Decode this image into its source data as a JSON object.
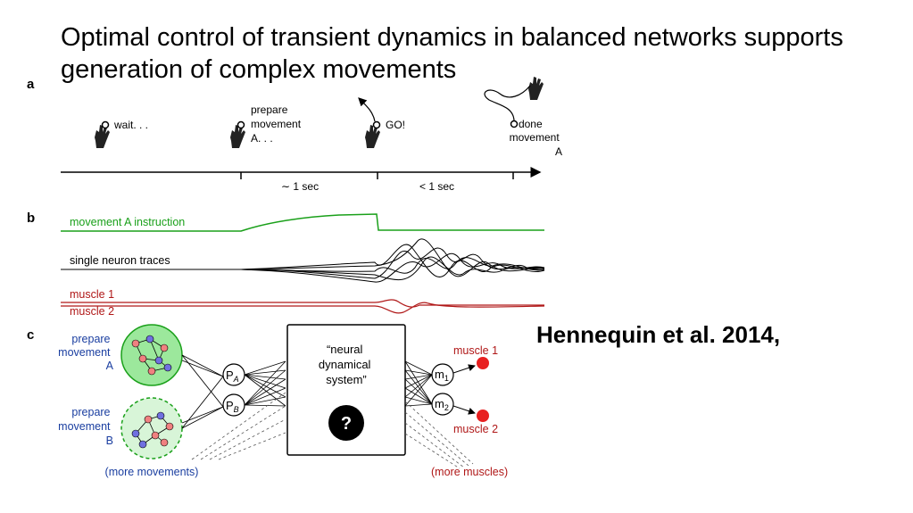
{
  "slide": {
    "title": "Optimal control of transient dynamics in balanced networks supports generation of complex movements",
    "citation": "Hennequin et al. 2014,"
  },
  "figure": {
    "panel_a": {
      "label": "a",
      "wait": "wait. . .",
      "prepare_lines": [
        "prepare",
        "movement",
        "A. . ."
      ],
      "go": "GO!",
      "done_lines": [
        "done",
        "movement",
        "A"
      ],
      "interval1": "∼ 1 sec",
      "interval2": "< 1 sec"
    },
    "panel_b": {
      "label": "b",
      "instruction": "movement A instruction",
      "neurons": "single neuron traces",
      "muscle1": "muscle 1",
      "muscle2": "muscle 2"
    },
    "panel_c": {
      "label": "c",
      "prepA_lines": [
        "prepare",
        "movement",
        "A"
      ],
      "prepB_lines": [
        "prepare",
        "movement",
        "B"
      ],
      "more_movements": "(more movements)",
      "pA": "P",
      "pA_sub": "A",
      "pB": "P",
      "pB_sub": "B",
      "system_lines": [
        "“neural",
        "dynamical",
        "system”"
      ],
      "question": "?",
      "m1": "m",
      "m1_sub": "1",
      "m2": "m",
      "m2_sub": "2",
      "muscle1": "muscle 1",
      "muscle2": "muscle 2",
      "more_muscles": "(more muscles)"
    },
    "colors": {
      "green": "#1aa01a",
      "red": "#b01818",
      "muscle_dot": "#e82020",
      "node_red": "#f08080",
      "node_blue": "#7070e0",
      "label_blue": "#1a3ea0"
    }
  }
}
